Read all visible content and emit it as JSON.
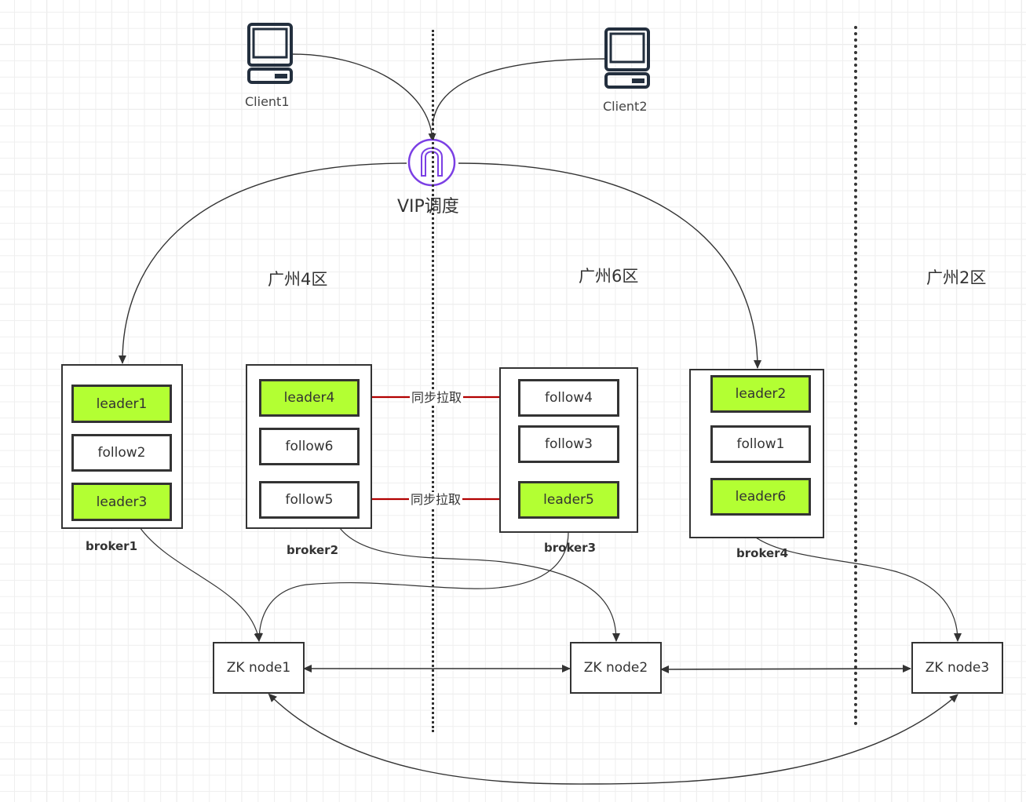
{
  "clients": [
    {
      "id": "client1",
      "label": "Client1"
    },
    {
      "id": "client2",
      "label": "Client2"
    }
  ],
  "vip": {
    "label": "VIP调度",
    "accent": "#7b3fe4"
  },
  "zones": [
    {
      "id": "gz4",
      "label": "广州4区"
    },
    {
      "id": "gz6",
      "label": "广州6区"
    },
    {
      "id": "gz2",
      "label": "广州2区"
    }
  ],
  "brokers": [
    {
      "name": "broker1",
      "partitions": [
        {
          "label": "leader1",
          "role": "leader"
        },
        {
          "label": "follow2",
          "role": "follower"
        },
        {
          "label": "leader3",
          "role": "leader"
        }
      ]
    },
    {
      "name": "broker2",
      "partitions": [
        {
          "label": "leader4",
          "role": "leader"
        },
        {
          "label": "follow6",
          "role": "follower"
        },
        {
          "label": "follow5",
          "role": "follower"
        }
      ]
    },
    {
      "name": "broker3",
      "partitions": [
        {
          "label": "follow4",
          "role": "follower"
        },
        {
          "label": "follow3",
          "role": "follower"
        },
        {
          "label": "leader5",
          "role": "leader"
        }
      ]
    },
    {
      "name": "broker4",
      "partitions": [
        {
          "label": "leader2",
          "role": "leader"
        },
        {
          "label": "follow1",
          "role": "follower"
        },
        {
          "label": "leader6",
          "role": "leader"
        }
      ]
    }
  ],
  "sync": [
    {
      "label": "同步拉取",
      "from": "follow4",
      "to": "leader4"
    },
    {
      "label": "同步拉取",
      "from": "follow5",
      "to": "leader5"
    }
  ],
  "zk_nodes": [
    {
      "label": "ZK node1"
    },
    {
      "label": "ZK node2"
    },
    {
      "label": "ZK node3"
    }
  ],
  "colors": {
    "leader_fill": "#b3ff33",
    "sync_arrow": "#b20000",
    "line": "#333333"
  }
}
